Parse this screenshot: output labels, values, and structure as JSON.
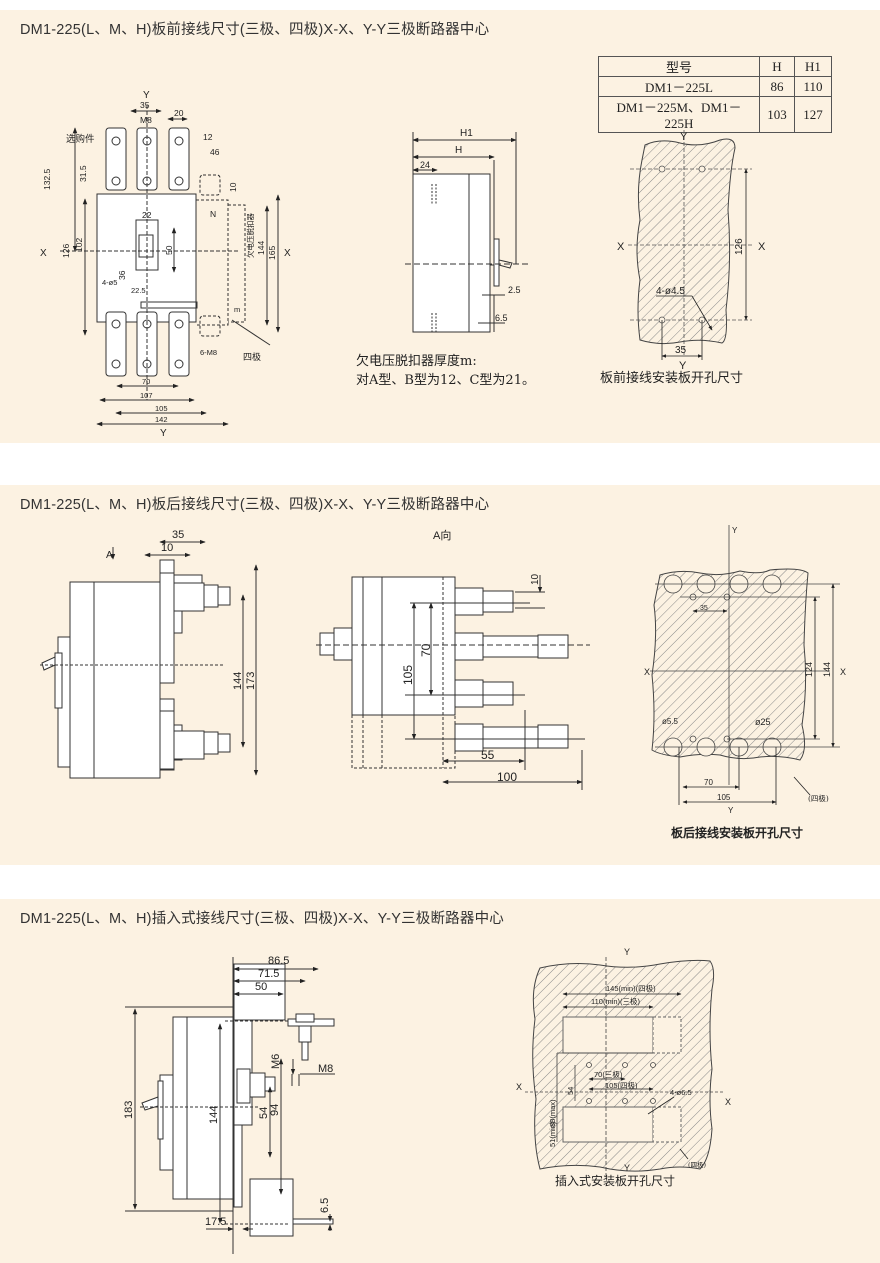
{
  "sections": [
    {
      "title": "DM1-225(L、M、H)板前接线尺寸(三极、四极)X-X、Y-Y三极断路器中心",
      "front_view": {
        "labels": {
          "optional_part": "选购件",
          "neutral": "N",
          "undervoltage_release": "欠电压脱扣器",
          "four_pole": "四极",
          "axis_x": "X",
          "axis_y": "Y"
        },
        "dims": {
          "d35": "35",
          "m8": "M8",
          "d20": "20",
          "d12": "12",
          "d46": "46",
          "d132_5": "132.5",
          "d31_5": "31.5",
          "d10": "10",
          "d22": "22",
          "d126": "126",
          "d102": "102",
          "d50": "50",
          "d144": "144",
          "d165": "165",
          "d36": "36",
          "hole4": "4-ø5",
          "d22_5": "22.5",
          "m": "m",
          "m6_8": "6-M8",
          "d70": "70",
          "d107": "107",
          "d105": "105",
          "d142": "142"
        }
      },
      "side_view": {
        "dims": {
          "h1": "H1",
          "h": "H",
          "d24": "24",
          "d2_5": "2.5",
          "d6_5": "6.5"
        },
        "note_line1": "欠电压脱扣器厚度m:",
        "note_line2": "对A型、B型为12、C型为21。"
      },
      "cutout": {
        "dims": {
          "d126": "126",
          "holes": "4-ø4.5",
          "d35": "35"
        },
        "axis_x": "X",
        "axis_y": "Y",
        "caption": "板前接线安装板开孔尺寸"
      },
      "table": {
        "headers": [
          "型号",
          "H",
          "H1"
        ],
        "rows": [
          [
            "DM1－225L",
            "86",
            "110"
          ],
          [
            "DM1－225M、DM1－225H",
            "103",
            "127"
          ]
        ]
      }
    },
    {
      "title": "DM1-225(L、M、H)板后接线尺寸(三极、四极)X-X、Y-Y三极断路器中心",
      "side_view": {
        "arrow_label": "A",
        "dims": {
          "d35": "35",
          "d10": "10",
          "d144": "144",
          "d173": "173"
        }
      },
      "a_view": {
        "title": "A向",
        "dims": {
          "d10": "10",
          "d70": "70",
          "d105": "105",
          "d55": "55",
          "d100": "100"
        }
      },
      "cutout": {
        "dims": {
          "d35": "35",
          "d124": "124",
          "d144": "144",
          "d5_5": "ø5.5",
          "d25": "ø25",
          "d70": "70",
          "d105": "105",
          "four_pole": "(四极)"
        },
        "axis_x": "X",
        "axis_y": "Y",
        "caption": "板后接线安装板开孔尺寸"
      }
    },
    {
      "title": "DM1-225(L、M、H)插入式接线尺寸(三极、四极)X-X、Y-Y三极断路器中心",
      "side_view": {
        "dims": {
          "d86_5": "86.5",
          "d71_5": "71.5",
          "d50": "50",
          "m6": "M6",
          "m8": "M8",
          "d183": "183",
          "d144": "144",
          "d54": "54",
          "d94": "94",
          "d6_5": "6.5",
          "d17_5": "17.5"
        }
      },
      "cutout": {
        "dims": {
          "d145": "145(min)(四极)",
          "d110": "110(min)(三极)",
          "d70": "70(三极)",
          "d105": "105(四极)",
          "d88": "88(max)",
          "d54": "54",
          "d51": "51(min)",
          "holes": "4-ø6.5",
          "four_pole": "(四极)"
        },
        "axis_x": "X",
        "axis_y": "Y",
        "caption": "插入式安装板开孔尺寸"
      }
    }
  ],
  "colors": {
    "panel_bg": "#fcf2e2",
    "line": "#333333",
    "hatch": "#8a8a8a"
  }
}
